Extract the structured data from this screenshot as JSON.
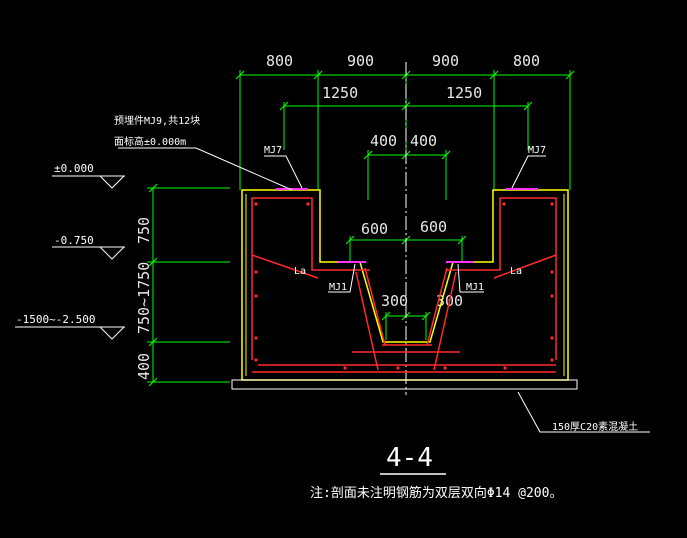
{
  "drawing": {
    "top_dims": [
      "800",
      "900",
      "900",
      "800"
    ],
    "second_dims": [
      "1250",
      "1250"
    ],
    "third_dims": [
      "400",
      "400"
    ],
    "inner_dims": [
      "600",
      "600"
    ],
    "bottom_dims": [
      "300",
      "300"
    ],
    "vertical_dims": [
      "750",
      "750~1750",
      "400"
    ],
    "levels": [
      "±0.000",
      "-0.750",
      "-1500~-2.500"
    ],
    "embed_note_line1": "预埋件MJ9,共12块",
    "embed_note_line2": "面标高±0.000m",
    "tags": {
      "mj7_left": "MJ7",
      "mj7_right": "MJ7",
      "mj1_left": "MJ1",
      "mj1_right": "MJ1",
      "la_left": "La",
      "la_right": "La"
    },
    "concrete_note": "150厚C20素混凝土",
    "section_title": "4-4",
    "footnote": "注:剖面未注明钢筋为双层双向Φ14 @200。"
  },
  "colors": {
    "background": "#000000",
    "dimension": "#00ff00",
    "outline": "#ffff00",
    "rebar": "#ff2a2a",
    "embed": "#ff33ff",
    "text": "#ffffff"
  }
}
